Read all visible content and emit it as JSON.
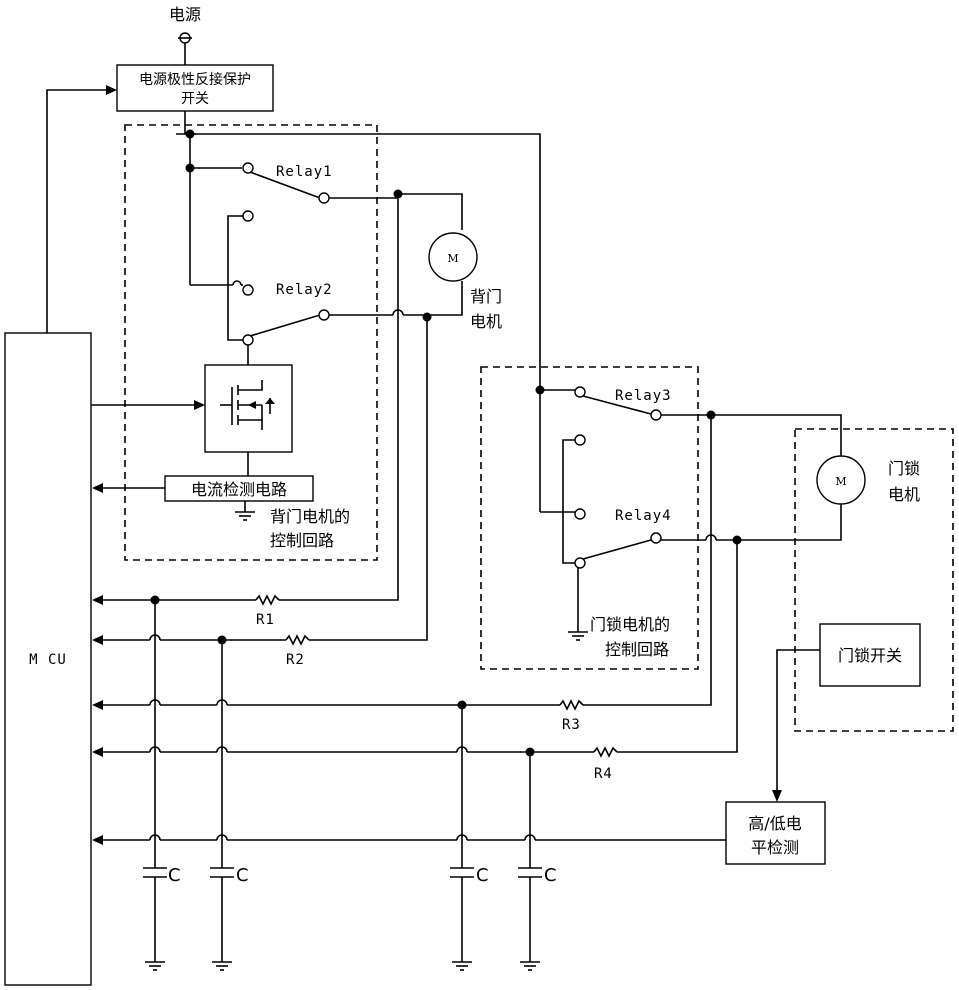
{
  "labels": {
    "power": "电源",
    "protect_line1": "电源极性反接保护",
    "protect_line2": "开关",
    "relay1": "Relay1",
    "relay2": "Relay2",
    "relay3": "Relay3",
    "relay4": "Relay4",
    "motor_symbol": "M",
    "back_motor_line1": "背门",
    "back_motor_line2": "电机",
    "lock_motor_line1": "门锁",
    "lock_motor_line2": "电机",
    "current_detect": "电流检测电路",
    "back_ctrl_line1": "背门电机的",
    "back_ctrl_line2": "控制回路",
    "lock_ctrl_line1": "门锁电机的",
    "lock_ctrl_line2": "控制回路",
    "lock_switch": "门锁开关",
    "level_line1": "高/低电",
    "level_line2": "平检测",
    "mcu": "M CU",
    "r1": "R1",
    "r2": "R2",
    "r3": "R3",
    "r4": "R4",
    "cap": "C"
  }
}
